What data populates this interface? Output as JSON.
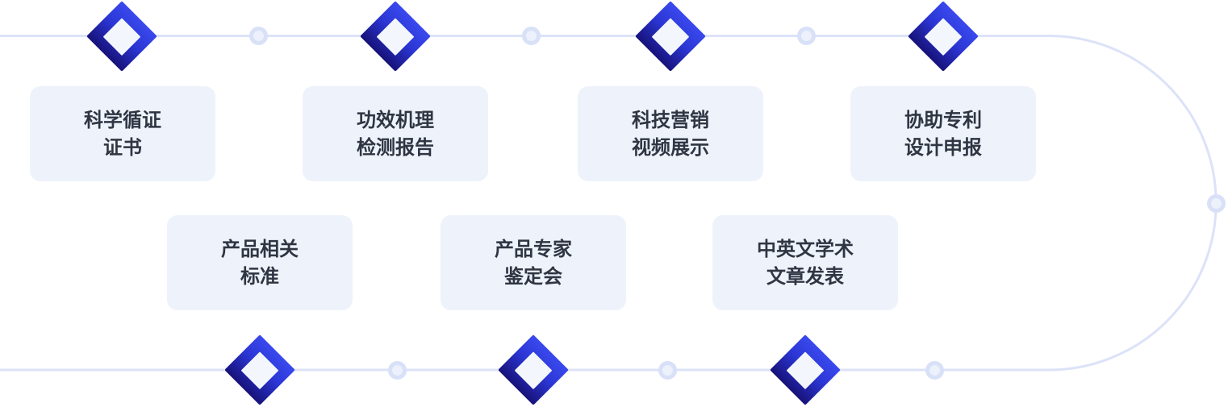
{
  "diagram": {
    "type": "process-timeline",
    "description": "Two horizontal tracks with diamond milestones joined by a right-side semicircular connector",
    "colors": {
      "track": "#dce3f8",
      "node_ring": "#d8e1f7",
      "node_fill": "#ecf1fb",
      "diamond_gradient_start": "#3a49ee",
      "diamond_gradient_end": "#171279",
      "diamond_inner": "#f3f7fd",
      "card_bg": "#eef3fb",
      "card_text": "#2f3542",
      "background": "#ffffff"
    }
  },
  "cards": [
    {
      "row": "top",
      "line1": "科学循证",
      "line2": "证书"
    },
    {
      "row": "top",
      "line1": "功效机理",
      "line2": "检测报告"
    },
    {
      "row": "top",
      "line1": "科技营销",
      "line2": "视频展示"
    },
    {
      "row": "top",
      "line1": "协助专利",
      "line2": "设计申报"
    },
    {
      "row": "bottom",
      "line1": "产品相关",
      "line2": "标准"
    },
    {
      "row": "bottom",
      "line1": "产品专家",
      "line2": "鉴定会"
    },
    {
      "row": "bottom",
      "line1": "中英文学术",
      "line2": "文章发表"
    }
  ]
}
